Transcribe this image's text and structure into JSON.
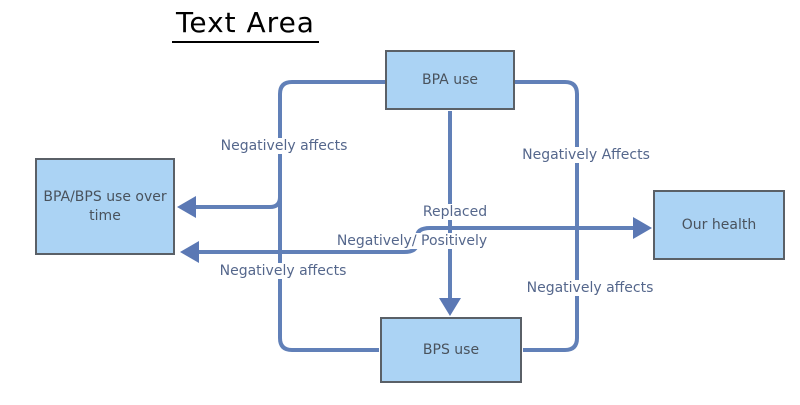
{
  "title": "Text Area",
  "nodes": {
    "bpa_use": "BPA use",
    "bpa_bps_over_time": "BPA/BPS use over time",
    "our_health": "Our health",
    "bps_use": "BPS use"
  },
  "edge_labels": {
    "upper_left": "Negatively affects",
    "upper_right": "Negatively Affects",
    "center_top": "Replaced",
    "center_bottom": "Negatively/ Positively",
    "lower_left": "Negatively affects",
    "lower_right": "Negatively affects"
  },
  "colors": {
    "node_fill": "#ABD3F4",
    "node_border": "#5A6067",
    "node_text": "#49525C",
    "connector": "#6180B8",
    "arrowhead": "#5B78B4",
    "edge_label_text": "#55678C",
    "title_text": "#000000",
    "background": "#FFFFFF"
  }
}
